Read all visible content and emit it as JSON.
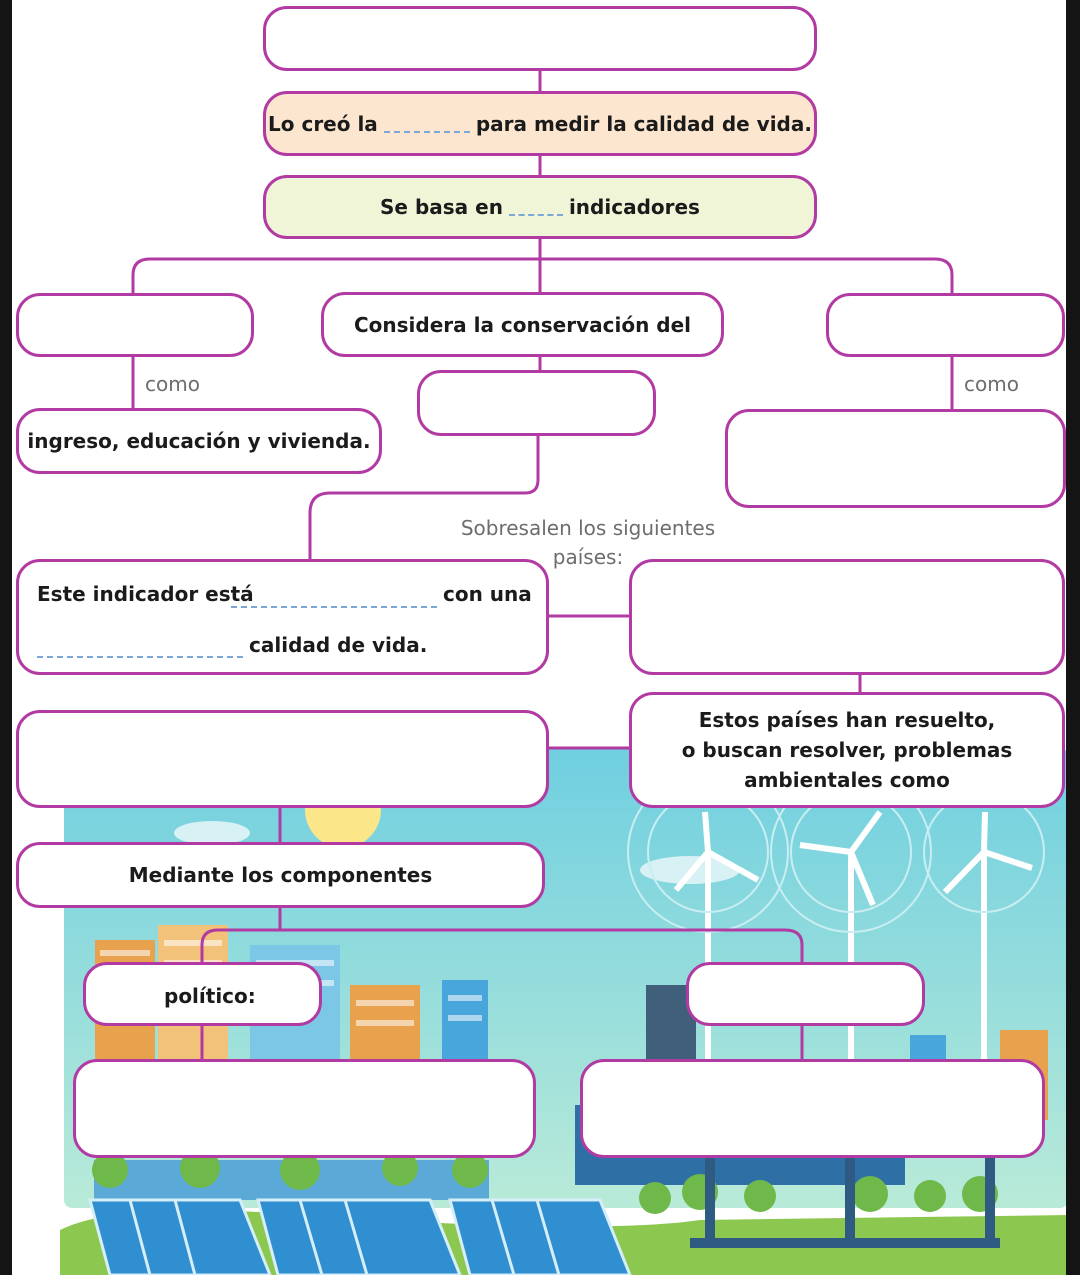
{
  "title_box": {
    "text": ""
  },
  "created_by": {
    "prefix": "Lo creó la",
    "suffix": "para medir la calidad de vida."
  },
  "based_on": {
    "prefix": "Se basa en",
    "suffix": "indicadores"
  },
  "indicator_left": {
    "text": ""
  },
  "indicator_center": {
    "text": "Considera la conservación del"
  },
  "indicator_right": {
    "text": ""
  },
  "connector_como_left": "como",
  "connector_como_right": "como",
  "examples_left": {
    "text": "ingreso, educación y vivienda."
  },
  "center_blank": {
    "text": ""
  },
  "right_examples": {
    "text": ""
  },
  "countries_label": {
    "line1": "Sobresalen los siguientes",
    "line2": "países:"
  },
  "indicator_status": {
    "part1": "Este indicador está",
    "part2": "con una",
    "part3": "calidad de vida."
  },
  "countries_box": {
    "text": ""
  },
  "left_blank_box": {
    "text": ""
  },
  "environmental": {
    "line1": "Estos países han resuelto,",
    "line2": "o buscan resolver, problemas",
    "line3": "ambientales como"
  },
  "components": {
    "text": "Mediante los componentes"
  },
  "component_political": {
    "text": "político:"
  },
  "component_right": {
    "text": ""
  },
  "bottom_left_box": {
    "text": ""
  },
  "bottom_right_box": {
    "text": ""
  },
  "colors": {
    "border": "#b23aa3",
    "peach": "#fde6cf",
    "lime": "#eff5d6",
    "sky": "#8fd6e0",
    "grass": "#7fbf4a"
  }
}
